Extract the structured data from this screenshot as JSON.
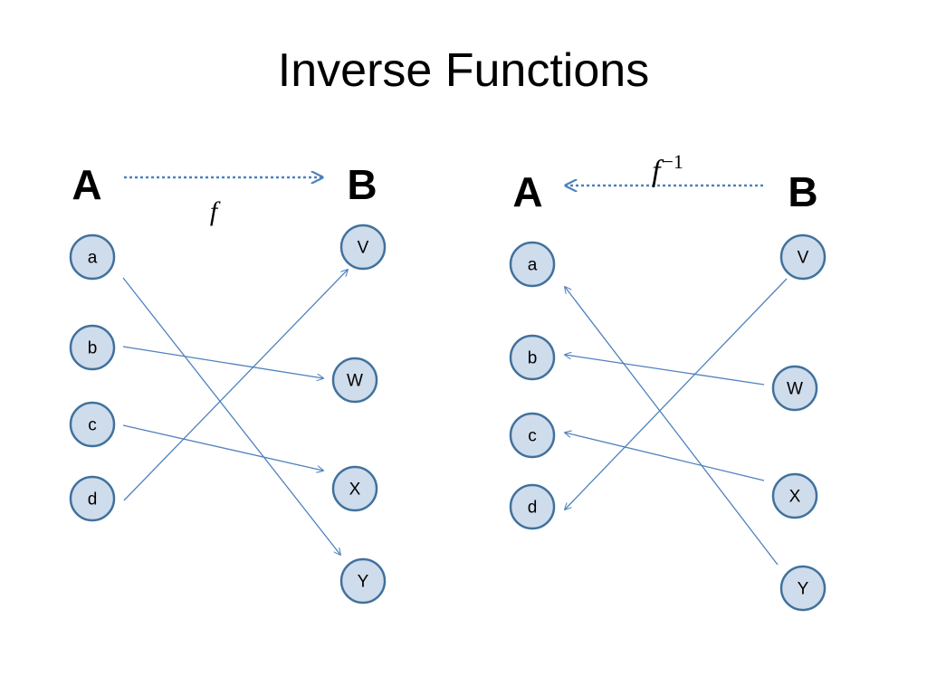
{
  "title": "Inverse Functions",
  "left_panel": {
    "domain_label": "A",
    "codomain_label": "B",
    "function_label": "f",
    "domain_nodes": [
      "a",
      "b",
      "c",
      "d"
    ],
    "codomain_nodes": [
      "V",
      "W",
      "X",
      "Y"
    ],
    "mapping": [
      [
        "a",
        "Y"
      ],
      [
        "b",
        "W"
      ],
      [
        "c",
        "X"
      ],
      [
        "d",
        "V"
      ]
    ]
  },
  "right_panel": {
    "domain_label": "A",
    "codomain_label": "B",
    "function_label": "f",
    "function_superscript": "−1",
    "domain_nodes": [
      "a",
      "b",
      "c",
      "d"
    ],
    "codomain_nodes": [
      "V",
      "W",
      "X",
      "Y"
    ],
    "mapping": [
      [
        "Y",
        "a"
      ],
      [
        "W",
        "b"
      ],
      [
        "X",
        "c"
      ],
      [
        "V",
        "d"
      ]
    ]
  },
  "colors": {
    "node_fill": "#cfdcec",
    "node_stroke": "#41719c",
    "line": "#4f81bd"
  }
}
